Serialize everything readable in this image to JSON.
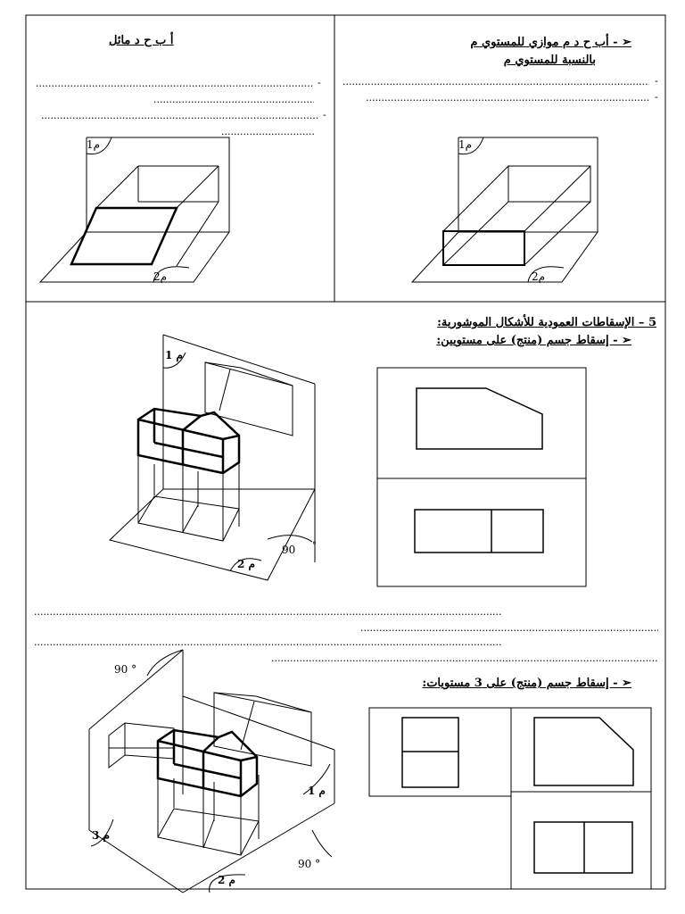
{
  "section_top": {
    "right_heading": "- أب ح د م موازي للمستوي م",
    "right_heading_line2": "بالنسبة للمستوي م",
    "left_heading": "أ ب ح د مائل",
    "dots": "......................................................................................................................................................",
    "dash": "-"
  },
  "section5": {
    "heading": "5 – الإسقاطات العمودية للأشكال الموشورية:",
    "sub_heading": "- إسقاط جسم (منتج) على مستويين:",
    "bullet": "➢"
  },
  "section_three": {
    "sub_heading": "- إسقاط جسم (منتج) على 3 مستويات:",
    "bullet": "➢"
  },
  "labels": {
    "m1": "م 1",
    "m2": "م 2",
    "m3": "م 3",
    "angle90": "90",
    "angle90deg": "90 °",
    "degree": "°"
  }
}
